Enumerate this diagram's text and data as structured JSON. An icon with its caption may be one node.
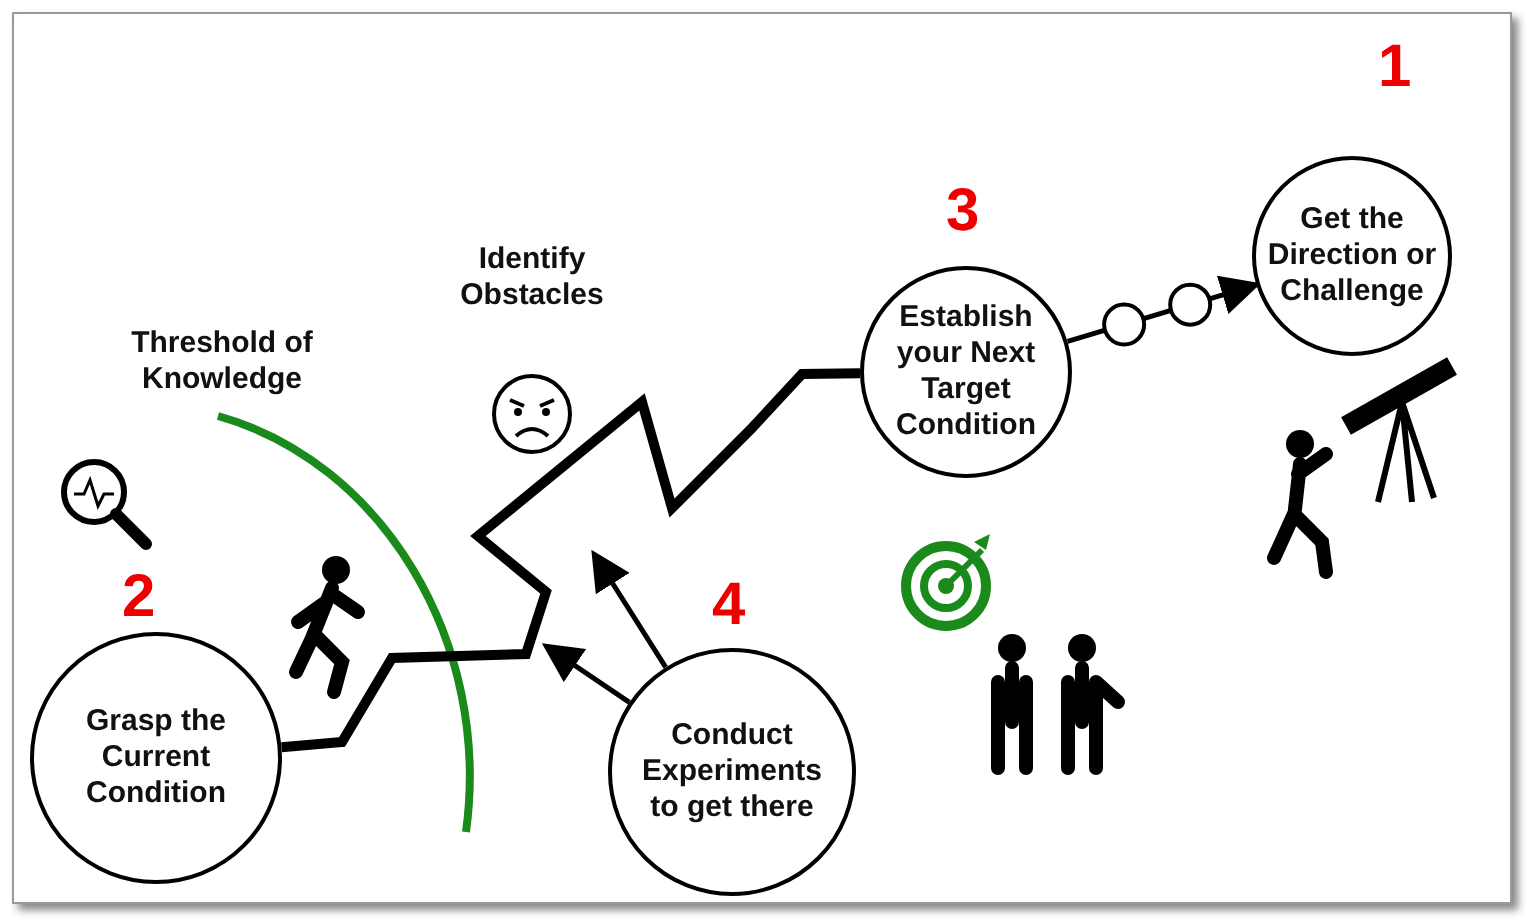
{
  "diagram": {
    "nodes": [
      {
        "text": [
          "Get the Direction or Challenge"
        ],
        "beside": [
          "1"
        ]
      },
      {
        "text": [
          "Establish your Next Target Condition"
        ],
        "beside": [
          "3"
        ]
      },
      {
        "text": [
          "Grasp the Current Condition"
        ],
        "beside": [
          "2"
        ]
      },
      {
        "text": [
          "Conduct Experiments to get there"
        ],
        "beside": [
          "4"
        ]
      }
    ],
    "edges": [
      {
        "from": 2,
        "to": 1,
        "arrow": "none",
        "style": "thick"
      },
      {
        "from": 1,
        "to": 0,
        "arrow": "to"
      },
      {
        "from": 3,
        "to": null,
        "arrow": "to"
      },
      {
        "from": 3,
        "to": null,
        "arrow": "to"
      }
    ],
    "labels": [
      "Identify Obstacles",
      "Threshold of Knowledge"
    ]
  }
}
